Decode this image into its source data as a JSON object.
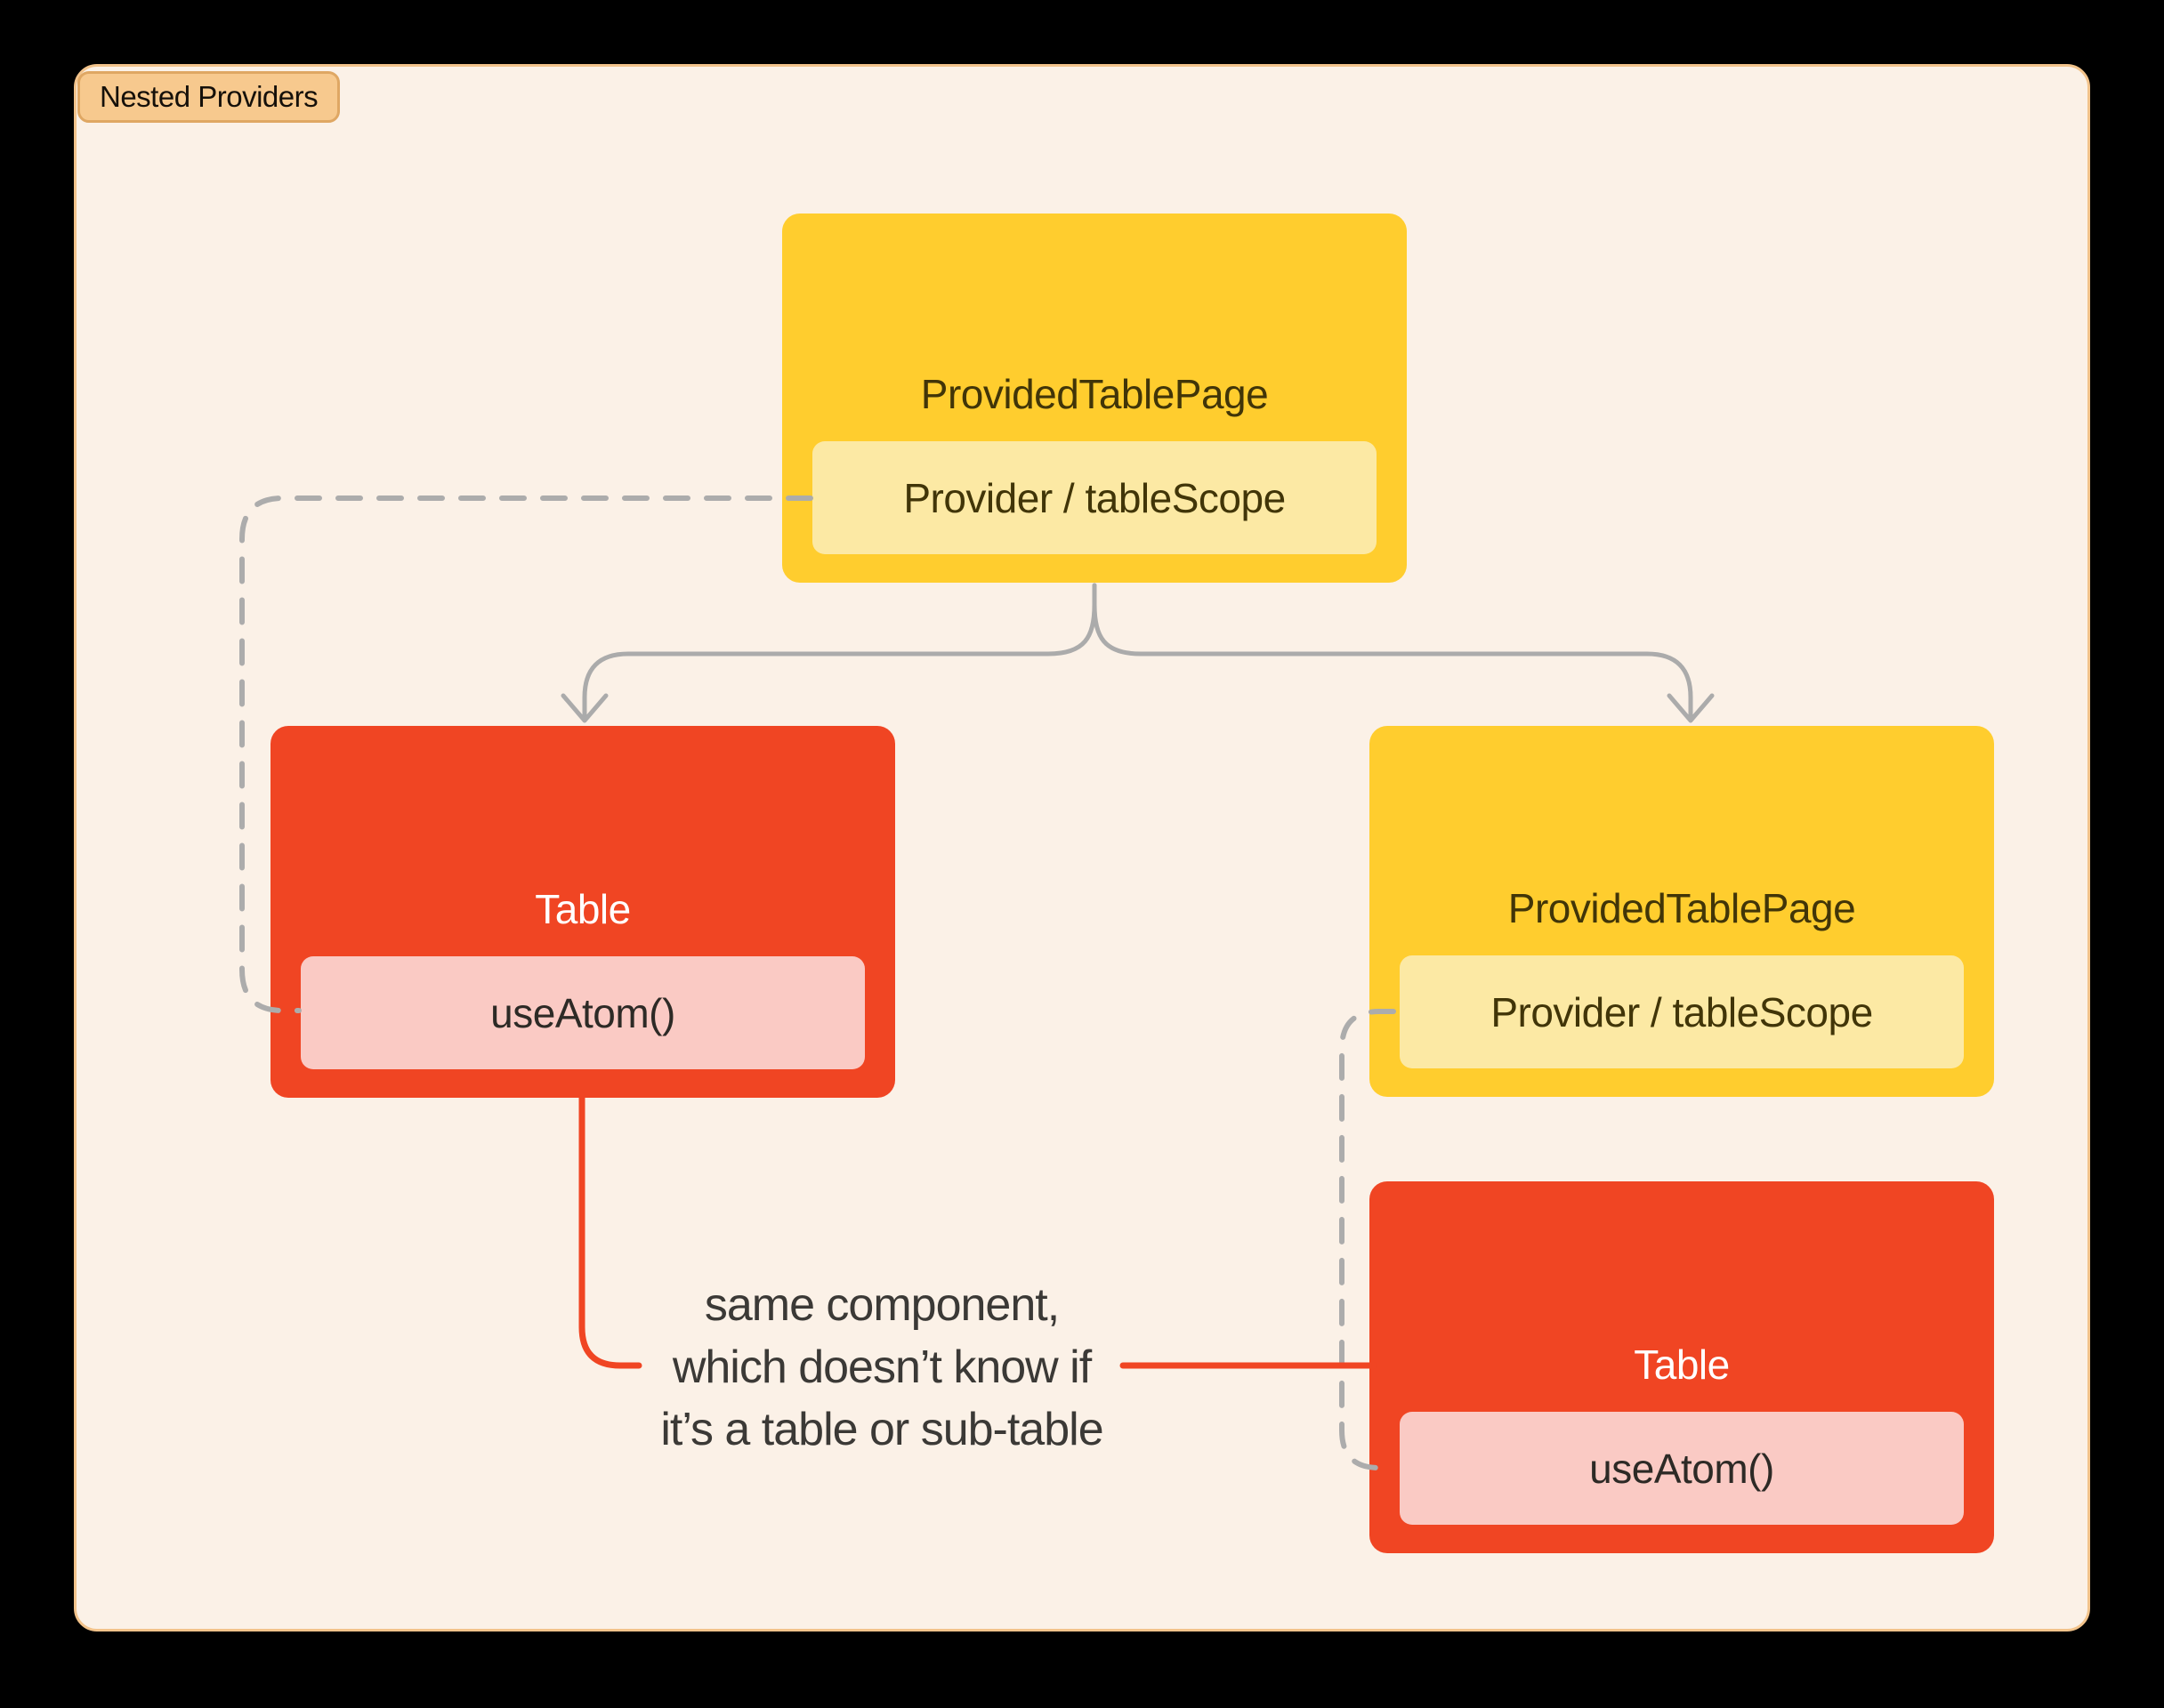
{
  "badge": {
    "label": "Nested Providers"
  },
  "nodes": {
    "root": {
      "title": "ProvidedTablePage",
      "subtitle": "Provider / tableScope"
    },
    "left_table": {
      "title": "Table",
      "subtitle": "useAtom()"
    },
    "nested_provider": {
      "title": "ProvidedTablePage",
      "subtitle": "Provider / tableScope"
    },
    "nested_table": {
      "title": "Table",
      "subtitle": "useAtom()"
    }
  },
  "annotation": {
    "line1": "same component,",
    "line2": "which doesn’t know if",
    "line3": "it’s a table or sub-table"
  },
  "colors": {
    "canvas_bg": "#000000",
    "panel_bg": "#FBF1E7",
    "panel_border": "#F2C38B",
    "badge_bg": "#F7C98E",
    "badge_border": "#DFA763",
    "badge_text": "#15100A",
    "yellow_node": "#FFCD2E",
    "yellow_pill": "#FCE9A4",
    "yellow_text": "#413508",
    "red_node": "#F04523",
    "red_pill": "#FACAC4",
    "red_pill_text": "#2D2A26",
    "red_node_text": "#FFFFFF",
    "annotation_text": "#3B3936",
    "connector_gray": "#ABABAB",
    "dash_gray": "#ACACAC",
    "connector_red": "#F04523"
  }
}
